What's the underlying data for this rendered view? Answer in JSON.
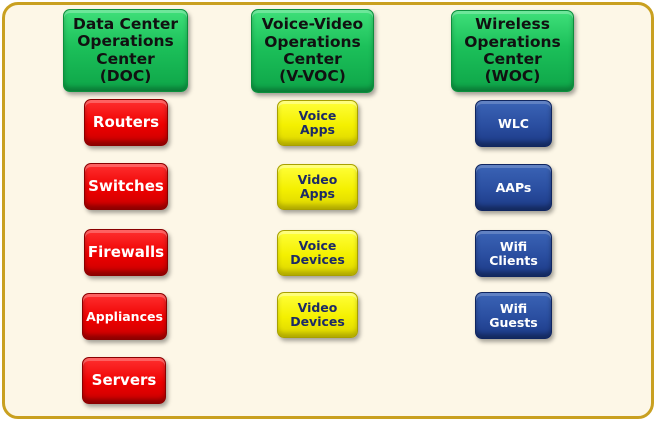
{
  "columns": [
    {
      "id": "doc",
      "header": "Data Center\nOperations\nCenter\n(DOC)",
      "color": "#ee0000",
      "items": [
        "Routers",
        "Switches",
        "Firewalls",
        "Appliances",
        "Servers"
      ]
    },
    {
      "id": "vvoc",
      "header": "Voice-Video\nOperations\nCenter\n(V-VOC)",
      "color": "#f4f000",
      "items": [
        "Voice\nApps",
        "Video\nApps",
        "Voice\nDevices",
        "Video\nDevices"
      ]
    },
    {
      "id": "woc",
      "header": "Wireless\nOperations\nCenter\n(WOC)",
      "color": "#2a4ea0",
      "items": [
        "WLC",
        "AAPs",
        "Wifi\nClients",
        "Wifi\nGuests"
      ]
    }
  ],
  "header_color": "#1cc05a",
  "frame_color": "#c9a020",
  "background_color": "#fdf7e7"
}
